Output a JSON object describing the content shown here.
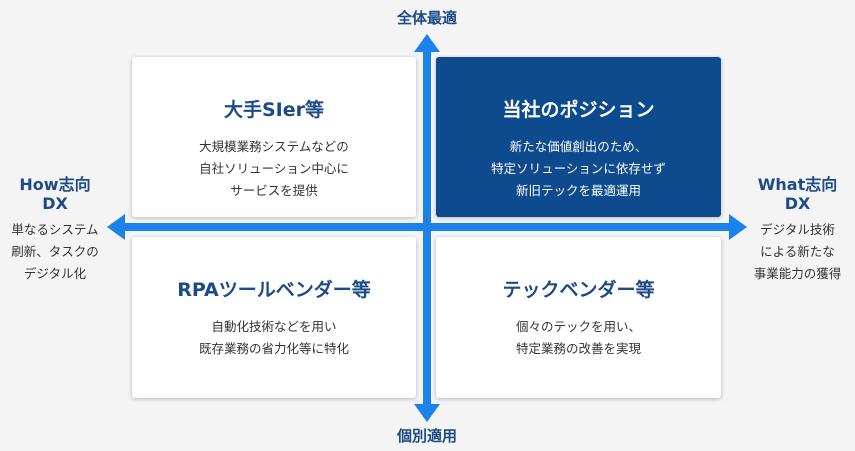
{
  "axes": {
    "top": "全体最適",
    "bottom": "個別適用"
  },
  "left": {
    "title": "How志向\nDX",
    "desc": "単なるシステム\n刷新、タスクの\nデジタル化"
  },
  "right": {
    "title": "What志向\nDX",
    "desc": "デジタル技術\nによる新たな\n事業能力の獲得"
  },
  "quadrants": [
    {
      "title": "大手SIer等",
      "desc": "大規模業務システムなどの\n自社ソリューション中心に\nサービスを提供"
    },
    {
      "title": "当社のポジション",
      "desc": "新たな価値創出のため、\n特定ソリューションに依存せず\n新旧テックを最適運用"
    },
    {
      "title": "RPAツールベンダー等",
      "desc": "自動化技術などを用い\n既存業務の省力化等に特化"
    },
    {
      "title": "テックベンダー等",
      "desc": "個々のテックを用い、\n特定業務の改善を実現"
    }
  ],
  "colors": {
    "arrow": "#1a82ea",
    "dark": "#0e4a8e",
    "title": "#1d4b87"
  }
}
